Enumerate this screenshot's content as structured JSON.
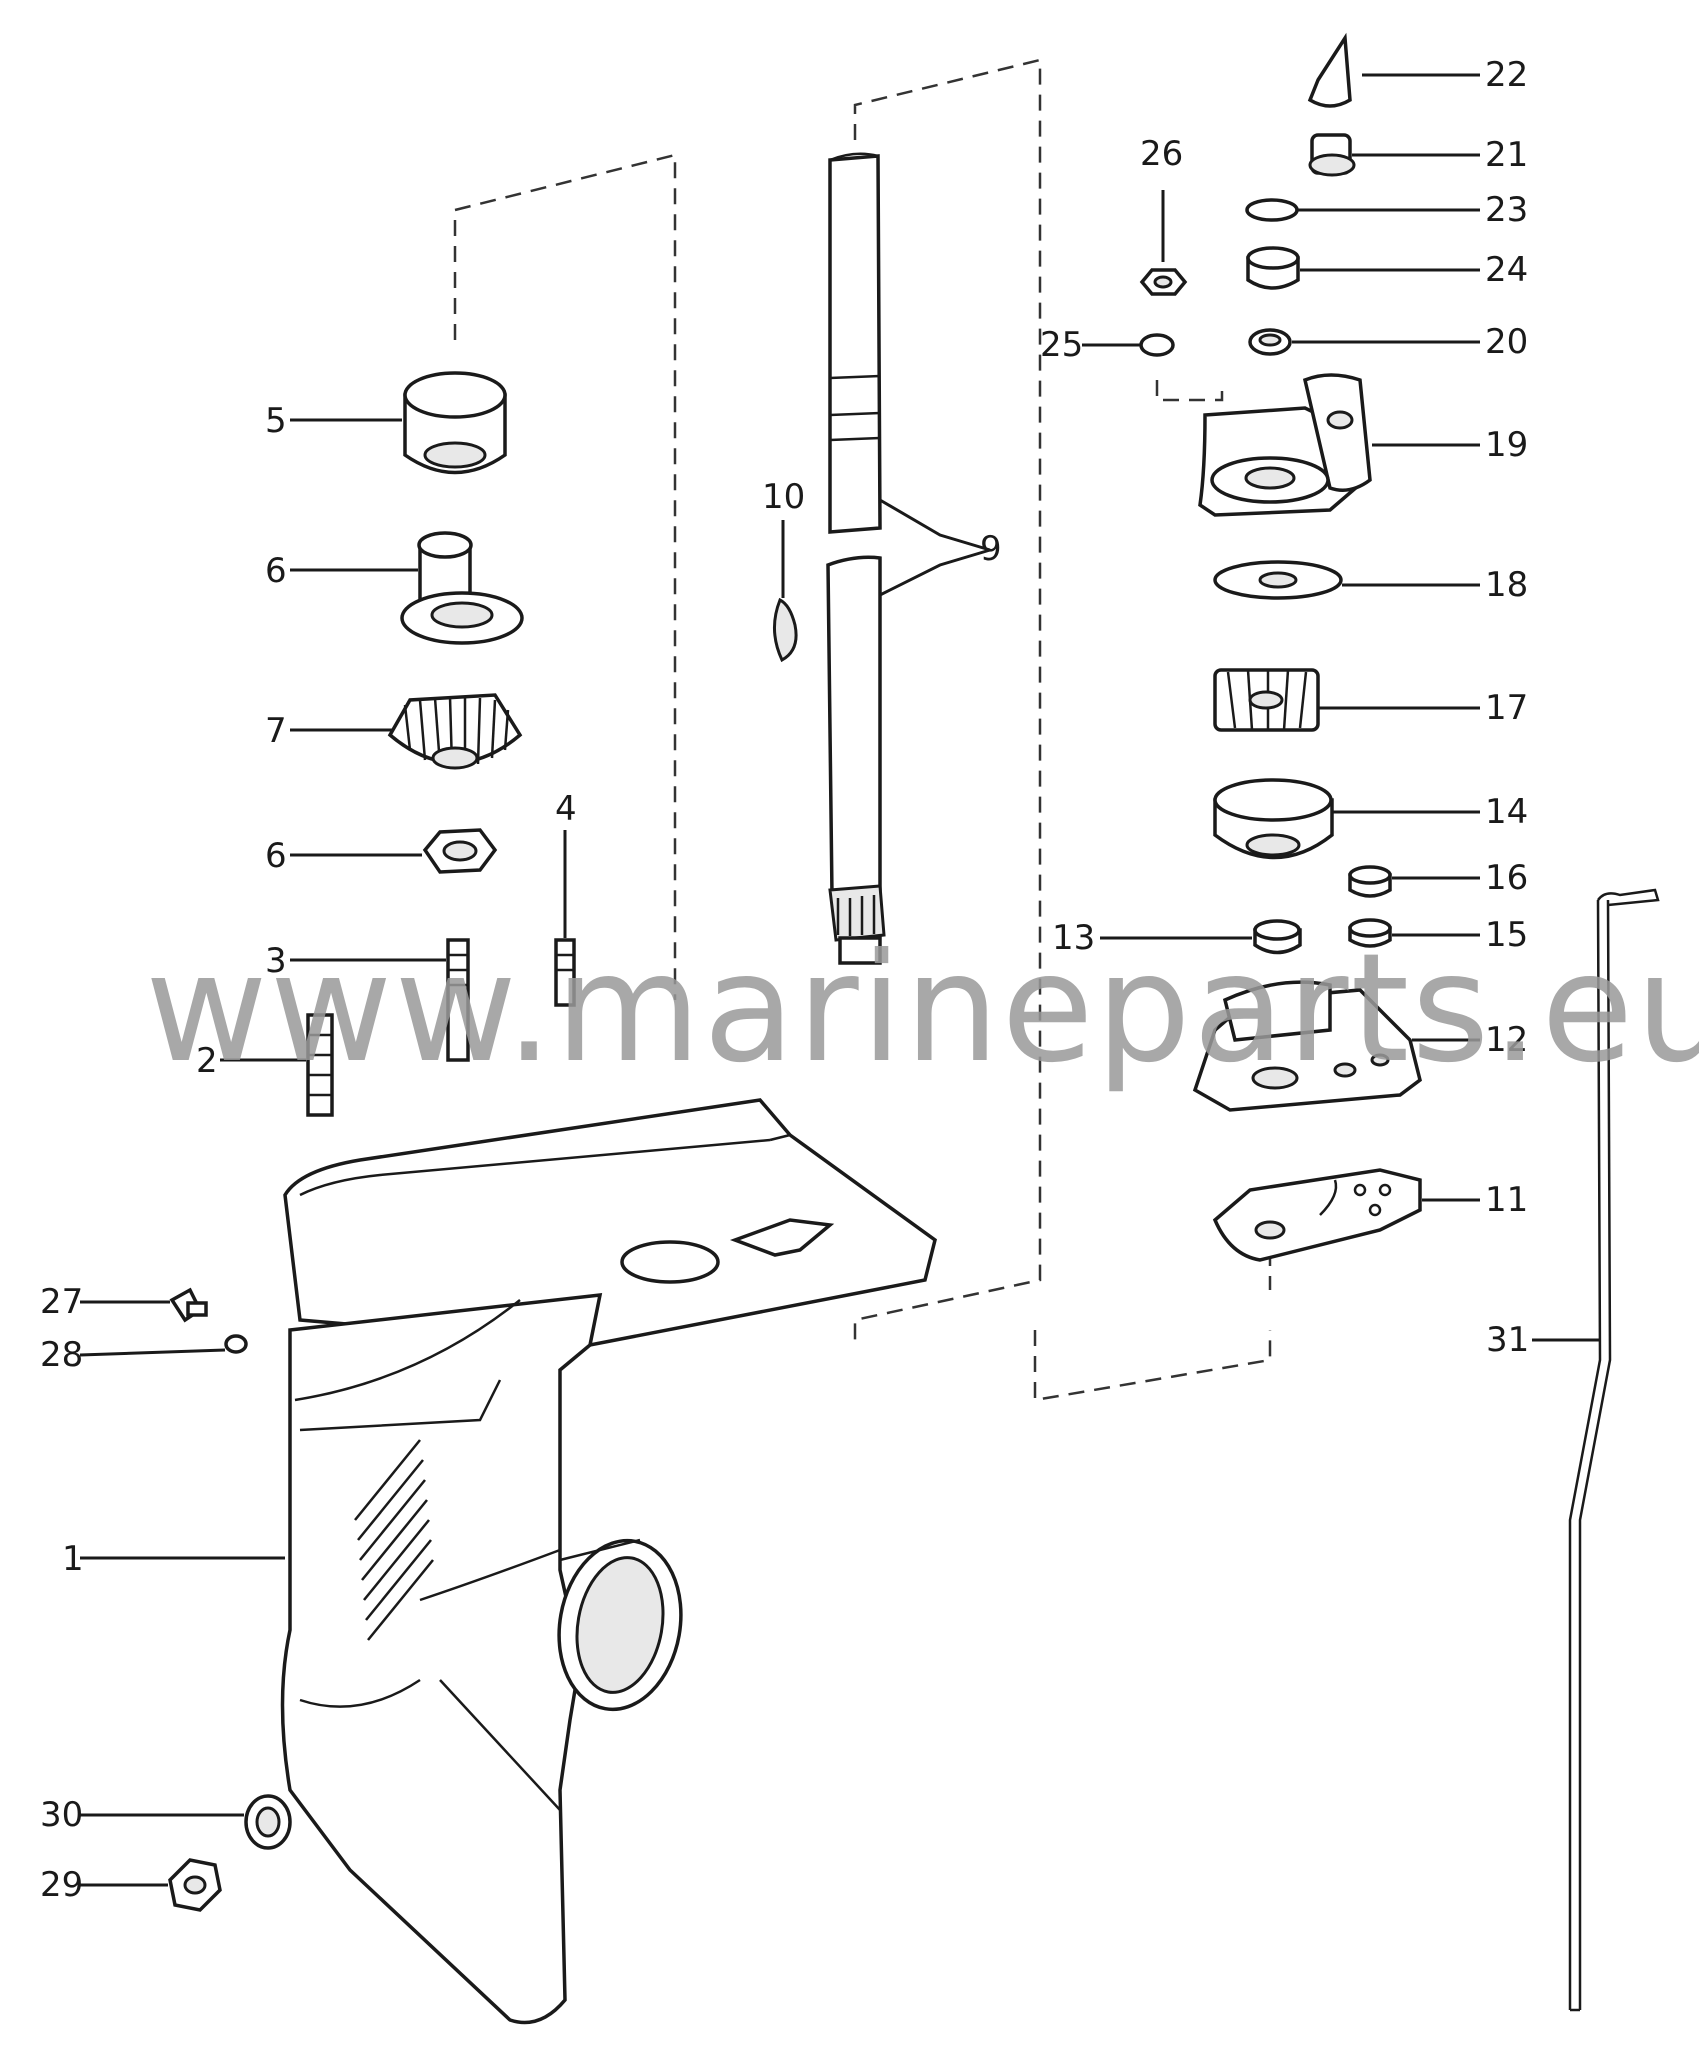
{
  "watermark": "www.marineparts.eu",
  "callouts": {
    "c1": "1",
    "c2": "2",
    "c3": "3",
    "c4": "4",
    "c5": "5",
    "c6a": "6",
    "c6b": "6",
    "c7": "7",
    "c9": "9",
    "c10": "10",
    "c11": "11",
    "c12": "12",
    "c13": "13",
    "c14": "14",
    "c15": "15",
    "c16": "16",
    "c17": "17",
    "c18": "18",
    "c19": "19",
    "c20": "20",
    "c21": "21",
    "c22": "22",
    "c23": "23",
    "c24": "24",
    "c25": "25",
    "c26": "26",
    "c27": "27",
    "c28": "28",
    "c29": "29",
    "c30": "30",
    "c31": "31"
  }
}
